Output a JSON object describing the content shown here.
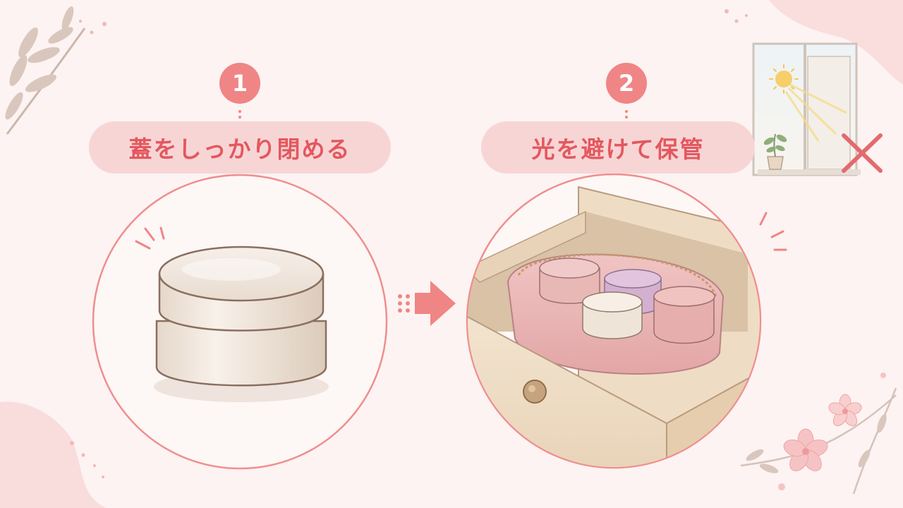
{
  "steps": [
    {
      "number": "1",
      "label": "蓋をしっかり閉める"
    },
    {
      "number": "2",
      "label": "光を避けて保管"
    }
  ],
  "colors": {
    "background": "#fcf3f2",
    "accent": "#f08585",
    "label_bg": "#f8d5d5",
    "label_text": "#e3585f",
    "jar": "#f2e8df",
    "pouch": "#eab3b3",
    "drawer_wood": "#efdcc4"
  },
  "icons": [
    "leaf-branch-icon",
    "arrow-right-icon",
    "window-sun-icon",
    "cross-icon",
    "sakura-flower-icon",
    "emphasis-lines-icon"
  ]
}
